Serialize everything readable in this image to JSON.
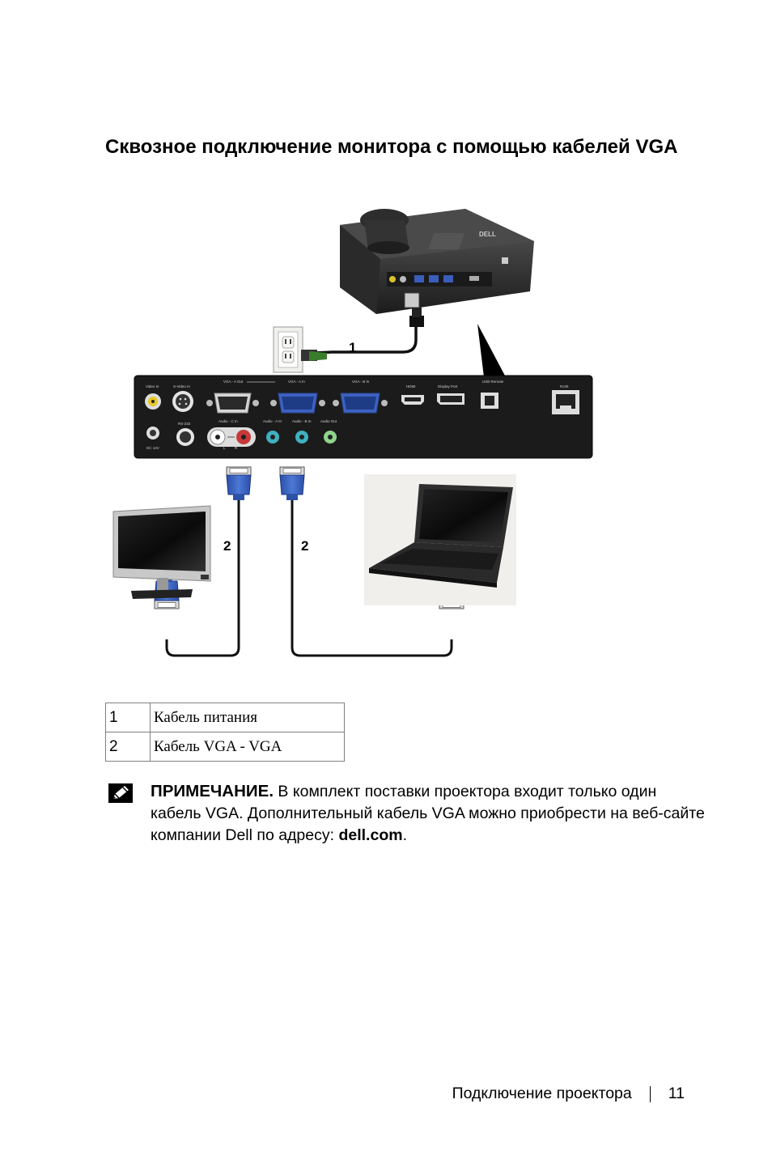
{
  "heading": "Сквозное подключение монитора с помощью кабелей VGA",
  "diagram": {
    "callouts": [
      "1",
      "2",
      "2"
    ],
    "panel_labels": {
      "video_in": "Video In",
      "svideo_in": "S-Video In",
      "vga_a_out": "VGA - A Out",
      "vga_a_in": "VGA - A In",
      "vga_b_in": "VGA - B In",
      "hdmi": "HDMI",
      "display_port": "Display Port",
      "usb_remote": "USB Remote",
      "rj45": "RJ45",
      "rs232": "RS-232",
      "audio_c_in": "Audio - C In",
      "audio_a_in": "Audio - A In",
      "audio_b_in": "Audio - B In",
      "audio_out": "Audio Out",
      "dc_12v": "DC 12V",
      "l": "L",
      "r": "R"
    },
    "brand": "DELL"
  },
  "legend": [
    {
      "num": "1",
      "desc": "Кабель питания"
    },
    {
      "num": "2",
      "desc": "Кабель VGA - VGA"
    }
  ],
  "note": {
    "label": "ПРИМЕЧАНИЕ.",
    "text_before": " В комплект поставки проектора входит только один кабель VGA. Дополнительный кабель VGA можно приобрести на веб-сайте компании Dell по адресу: ",
    "link": "dell.com",
    "text_after": "."
  },
  "footer": {
    "section": "Подключение проектора",
    "page": "11"
  }
}
